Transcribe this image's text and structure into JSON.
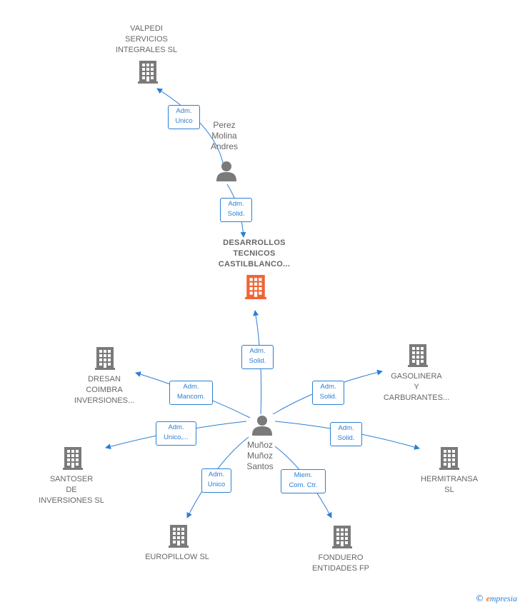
{
  "colors": {
    "edge": "#2a7fd4",
    "company": "#7a7a7a",
    "company_main": "#f06535",
    "person": "#7a7a7a"
  },
  "nodes": {
    "valpedi": {
      "label": "VALPEDI\nSERVICIOS\nINTEGRALES SL",
      "icon": "building-icon"
    },
    "perez": {
      "label": "Perez\nMolina\nAndres",
      "icon": "person-icon"
    },
    "desarrollos": {
      "label": "DESARROLLOS\nTECNICOS\nCASTILBLANCO...",
      "icon": "building-icon"
    },
    "dresan": {
      "label": "DRESAN\nCOIMBRA\nINVERSIONES...",
      "icon": "building-icon"
    },
    "gasolinera": {
      "label": "GASOLINERA\nY\nCARBURANTES...",
      "icon": "building-icon"
    },
    "munoz": {
      "label": "Muñoz\nMuñoz\nSantos",
      "icon": "person-icon"
    },
    "santoser": {
      "label": "SANTOSER\nDE\nINVERSIONES SL",
      "icon": "building-icon"
    },
    "hermitransa": {
      "label": "HERMITRANSA\nSL",
      "icon": "building-icon"
    },
    "europillow": {
      "label": "EUROPILLOW SL",
      "icon": "building-icon"
    },
    "fonduero": {
      "label": "FONDUERO\nENTIDADES FP",
      "icon": "building-icon"
    }
  },
  "edges": {
    "perez_valpedi": "Adm.\nUnico",
    "perez_desarrollos": "Adm.\nSolid.",
    "munoz_desarrollos": "Adm.\nSolid.",
    "munoz_dresan": "Adm.\nMancom.",
    "munoz_gasolinera": "Adm.\nSolid.",
    "munoz_santoser": "Adm.\nUnico,...",
    "munoz_hermitransa": "Adm.\nSolid.",
    "munoz_europillow": "Adm.\nUnico",
    "munoz_fonduero": "Miem.\nCom. Ctr."
  },
  "footer": {
    "copyright": "©",
    "brand_initial": "e",
    "brand_rest": "mpresia"
  }
}
